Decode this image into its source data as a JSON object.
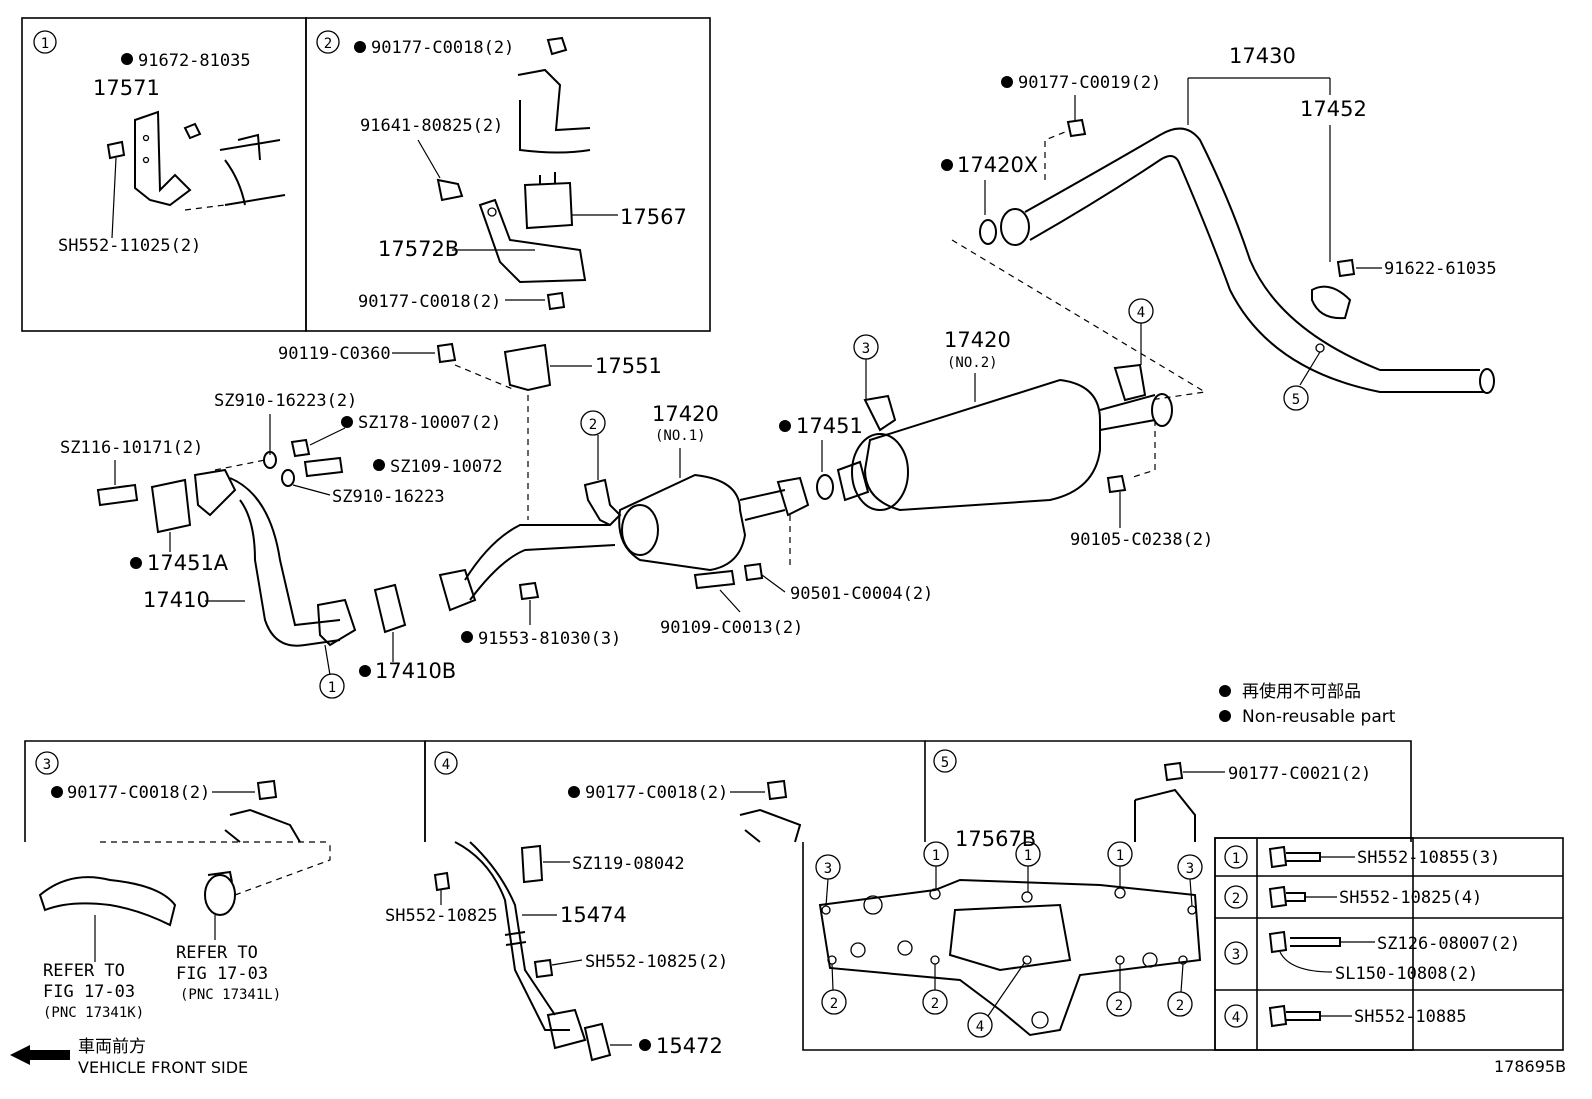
{
  "diagram": {
    "figure_code": "178695B",
    "direction_note": {
      "jp": "車両前方",
      "en": "VEHICLE FRONT SIDE"
    },
    "legend": {
      "jp": "再使用不可部品",
      "en": "Non-reusable part"
    },
    "callouts": {
      "c1": "1",
      "c2": "2",
      "c3": "3",
      "c4": "4",
      "c5": "5"
    },
    "inset1": {
      "p1": "91672-81035",
      "p2": "17571",
      "p3": "SH552-11025(2)"
    },
    "inset2": {
      "p1": "90177-C0018(2)",
      "p2": "91641-80825(2)",
      "p3": "17567",
      "p4": "17572B",
      "p5": "90177-C0018(2)"
    },
    "main": {
      "p17430": "17430",
      "p17452": "17452",
      "p90177_c0019": "90177-C0019(2)",
      "p17420x": "17420X",
      "p91622": "91622-61035",
      "p90119": "90119-C0360",
      "p17551": "17551",
      "p17420_no2": "17420",
      "no2": "(NO.2)",
      "p17420_no1": "17420",
      "no1": "(NO.1)",
      "p17451": "17451",
      "sz910_2": "SZ910-16223(2)",
      "sz178": "SZ178-10007(2)",
      "sz116": "SZ116-10171(2)",
      "sz109": "SZ109-10072",
      "sz910": "SZ910-16223",
      "p17451a": "17451A",
      "p17410": "17410",
      "p17410b": "17410B",
      "p91553": "91553-81030(3)",
      "p90109": "90109-C0013(2)",
      "p90501": "90501-C0004(2)",
      "p90105": "90105-C0238(2)"
    },
    "inset3": {
      "p1": "90177-C0018(2)",
      "refer1_l1": "REFER TO",
      "refer1_l2": "FIG 17-03",
      "refer1_l3": "(PNC 17341K)",
      "refer2_l1": "REFER TO",
      "refer2_l2": "FIG 17-03",
      "refer2_l3": "(PNC 17341L)"
    },
    "inset4": {
      "p1": "90177-C0018(2)",
      "p2": "SZ119-08042",
      "p3": "SH552-10825",
      "p4": "15474",
      "p5": "SH552-10825(2)",
      "p6": "15472"
    },
    "inset5": {
      "p1": "90177-C0021(2)",
      "p2": "17567B",
      "table": [
        {
          "n": "1",
          "part": "SH552-10855(3)"
        },
        {
          "n": "2",
          "part": "SH552-10825(4)"
        },
        {
          "n": "3",
          "part": "SZ126-08007(2)",
          "part2": "SL150-10808(2)"
        },
        {
          "n": "4",
          "part": "SH552-10885"
        }
      ]
    }
  }
}
